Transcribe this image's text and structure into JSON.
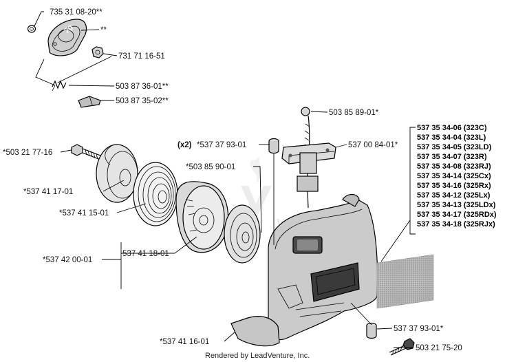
{
  "labels": {
    "p1": "735 31 08-20**",
    "p2": "**",
    "p3": "731 71 16-51",
    "p4": "503 87 36-01**",
    "p5": "503 87 35-02**",
    "p6": "503 85 89-01*",
    "p7": "537 00 84-01*",
    "p8": "(x2)",
    "p9": "*537 37 93-01",
    "p10": "*503 21 77-16",
    "p11": "*503 85 90-01",
    "p12": "*537 41 17-01",
    "p13": "*537 41 15-01",
    "p14": "*537 42 00-01",
    "p15": "537 41 18-01",
    "p16": "537 37 93-01*",
    "p17": "503 21 75-20",
    "p18": "*537 41 16-01"
  },
  "models": [
    "537 35 34-06 (323C)",
    "537 35 34-04 (323L)",
    "537 35 34-05 (323LD)",
    "537 35 34-07 (323R)",
    "537 35 34-08 (323RJ)",
    "537 35 34-14 (325Cx)",
    "537 35 34-16 (325Rx)",
    "537 35 34-12 (325Lx)",
    "537 35 34-13 (325LDx)",
    "537 35 34-17 (325RDx)",
    "537 35 34-18 (325RJx)"
  ],
  "watermark": "VENTURE",
  "footer": "Rendered by LeadVenture, Inc."
}
